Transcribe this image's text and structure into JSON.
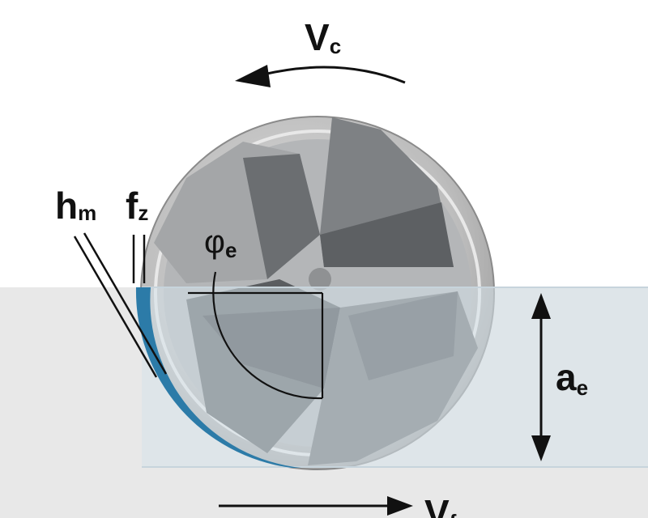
{
  "labels": {
    "vc": {
      "main": "V",
      "sub": "c"
    },
    "vf": {
      "main": "V",
      "sub": "f"
    },
    "hm": {
      "main": "h",
      "sub": "m"
    },
    "fz": {
      "main": "f",
      "sub": "z"
    },
    "phi_e": {
      "main": "φ",
      "sub": "e"
    },
    "ae": {
      "main": "a",
      "sub": "e"
    }
  },
  "colors": {
    "workpiece": "#d6e2e9",
    "table": "#e8e8e8",
    "chip": "#2c7ba8",
    "tool_body": "#c8c8c8",
    "flute_dark": "#5a5d60",
    "flute_mid": "#7e8184",
    "flute_light": "#a4a6a8"
  }
}
